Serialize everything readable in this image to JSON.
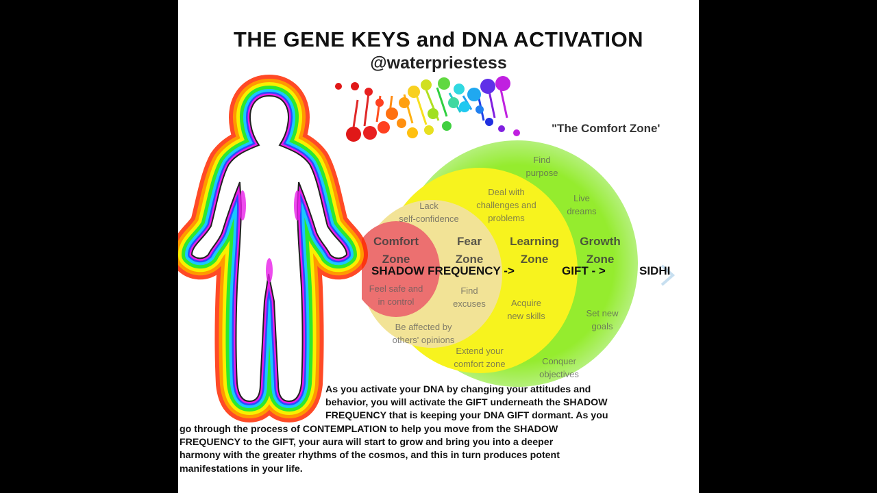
{
  "header": {
    "title": "THE GENE KEYS and DNA ACTIVATION",
    "handle": "@waterpriestess"
  },
  "diagram": {
    "title": "\"The Comfort Zone'",
    "zones": [
      {
        "line1": "Comfort",
        "line2": "Zone"
      },
      {
        "line1": "Fear",
        "line2": "Zone"
      },
      {
        "line1": "Learning",
        "line2": "Zone"
      },
      {
        "line1": "Growth",
        "line2": "Zone"
      }
    ],
    "notes": {
      "find_purpose": [
        "Find",
        "purpose"
      ],
      "deal": [
        "Deal with",
        "challenges and",
        "problems"
      ],
      "live_dreams": [
        "Live",
        "dreams"
      ],
      "lack": [
        "Lack",
        "self-confidence"
      ],
      "feel_safe": [
        "Feel safe and",
        "in control"
      ],
      "find_excuses": [
        "Find",
        "excuses"
      ],
      "acquire": [
        "Acquire",
        "new skills"
      ],
      "set_goals": [
        "Set new",
        "goals"
      ],
      "affected": [
        "Be affected by",
        "others' opinions"
      ],
      "extend": [
        "Extend your",
        "comfort zone"
      ],
      "conquer": [
        "Conquer",
        "objectives"
      ]
    },
    "frequency": {
      "shadow": "SHADOW FREQUENCY ->",
      "gift": "GIFT - >",
      "sidhi": "SIDHI"
    }
  },
  "paragraph": {
    "lines": [
      "As you activate your DNA by changing your attitudes and",
      "behavior, you will activate the GIFT underneath the SHADOW",
      "FREQUENCY that is keeping your DNA GIFT dormant. As you",
      " go through the process of CONTEMPLATION to help you move from the SHADOW",
      "FREQUENCY to the GIFT, your aura will start to grow and bring you into a deeper",
      "harmony with the greater rhythms of the cosmos, and this in turn produces potent",
      "manifestations in your life."
    ]
  },
  "colors": {
    "background": "#000000",
    "panel": "#ffffff",
    "growth_zone": "#8ee82a",
    "learning_zone": "#f6f21c",
    "fear_zone": "#f1e391",
    "comfort_zone": "#ec6e6e",
    "aura_red": "#ff2a00",
    "aura_orange": "#ff9a00",
    "aura_yellow": "#f8f000",
    "aura_green": "#2ee82e",
    "aura_cyan": "#18c8ff",
    "aura_blue": "#2a4bff",
    "aura_magenta": "#e81ee8"
  }
}
